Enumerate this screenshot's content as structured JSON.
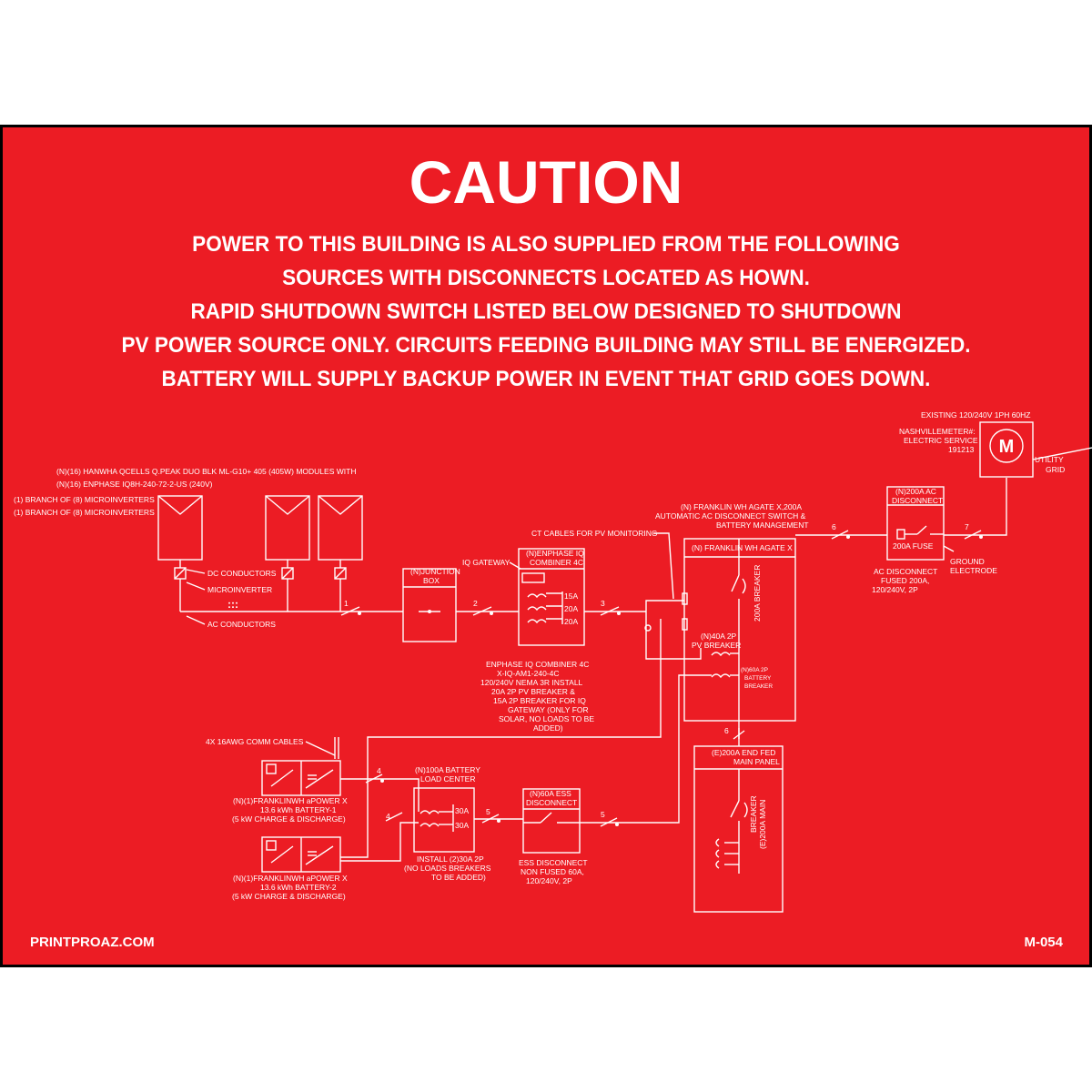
{
  "colors": {
    "background": "#ec1c24",
    "frame": "#000000",
    "foreground": "#ffffff"
  },
  "title": "CAUTION",
  "message_lines": [
    "POWER TO THIS BUILDING IS ALSO SUPPLIED FROM THE FOLLOWING",
    "SOURCES WITH DISCONNECTS LOCATED AS HOWN.",
    "RAPID SHUTDOWN SWITCH LISTED BELOW DESIGNED TO SHUTDOWN",
    "PV POWER SOURCE ONLY. CIRCUITS FEEDING BUILDING MAY STILL BE ENERGIZED.",
    "BATTERY WILL SUPPLY BACKUP POWER IN EVENT THAT GRID GOES DOWN."
  ],
  "footer": {
    "left": "PRINTPROAZ.COM",
    "right": "M-054"
  },
  "diagram": {
    "modules": [
      "(N)(16) HANWHA QCELLS Q.PEAK DUO BLK ML-G10+ 405 (405W) MODULES WITH",
      "(N)(16) ENPHASE IQ8H-240-72-2-US (240V)",
      "(1) BRANCH OF (8) MICROINVERTERS",
      "(1) BRANCH OF (8) MICROINVERTERS"
    ],
    "dc_conductors": "DC CONDUCTORS",
    "microinverter": "MICROINVERTER",
    "ellipsis": ":::",
    "ac_conductors": "AC CONDUCTORS",
    "junction_box": [
      "(N)JUNCTION",
      "BOX"
    ],
    "iq_gateway": "IQ GATEWAY",
    "combiner_title": [
      "(N)ENPHASE IQ",
      "COMBINER 4C"
    ],
    "combiner_breakers": [
      "15A",
      "20A",
      "20A"
    ],
    "combiner_desc": [
      "ENPHASE IQ COMBINER 4C",
      "X-IQ-AM1-240-4C",
      "120/240V NEMA 3R INSTALL",
      "20A 2P PV BREAKER &",
      "15A 2P BREAKER FOR IQ",
      "GATEWAY (ONLY FOR",
      "SOLAR, NO LOADS TO BE",
      "ADDED)"
    ],
    "ct_cables": "CT CABLES FOR PV MONITORING",
    "agate_desc": [
      "(N) FRANKLIN WH AGATE X,200A",
      "AUTOMATIC AC DISCONNECT SWITCH &",
      "BATTERY MANAGEMENT"
    ],
    "agate_box": "(N) FRANKLIN WH AGATE X",
    "agate_200a": "200A BREAKER",
    "agate_40a": [
      "(N)40A 2P",
      "PV BREAKER"
    ],
    "agate_60a": [
      "(N)60A 2P",
      "BATTERY",
      "BREAKER"
    ],
    "existing_service": "EXISTING 120/240V 1PH 60HZ",
    "meter_info": [
      "NASHVILLEMETER#:",
      "ELECTRIC SERVICE",
      "191213"
    ],
    "meter_symbol": "M",
    "utility": [
      "UTILITY",
      "GRID"
    ],
    "ac_disconnect_title": [
      "(N)200A AC",
      "DISCONNECT"
    ],
    "fuse_label": "200A FUSE",
    "ground": [
      "GROUND",
      "ELECTRODE"
    ],
    "ac_disconnect_desc": [
      "AC DISCONNECT",
      "FUSED 200A,",
      "120/240V, 2P"
    ],
    "comm_cables": "4X 16AWG COMM CABLES",
    "battery1": [
      "(N)(1)FRANKLINWH aPOWER X",
      "13.6 kWh BATTERY-1",
      "(5 kW CHARGE & DISCHARGE)"
    ],
    "battery2": [
      "(N)(1)FRANKLINWH aPOWER X",
      "13.6 kWh BATTERY-2",
      "(5 kW CHARGE & DISCHARGE)"
    ],
    "battery_center_title": [
      "(N)100A BATTERY",
      "LOAD CENTER"
    ],
    "battery_center_breakers": [
      "30A",
      "30A"
    ],
    "battery_center_desc": [
      "INSTALL (2)30A 2P",
      "(NO LOADS BREAKERS",
      "TO BE ADDED)"
    ],
    "ess_title": [
      "(N)60A ESS",
      "DISCONNECT"
    ],
    "ess_desc": [
      "ESS DISCONNECT",
      "NON FUSED 60A,",
      "120/240V, 2P"
    ],
    "main_panel_title": [
      "(E)200A END FED",
      "MAIN PANEL"
    ],
    "main_breaker": [
      "BREAKER",
      "(E)200A MAIN"
    ],
    "wire_tags": [
      "1",
      "2",
      "3",
      "4",
      "4",
      "5",
      "5",
      "6",
      "6",
      "7"
    ]
  }
}
